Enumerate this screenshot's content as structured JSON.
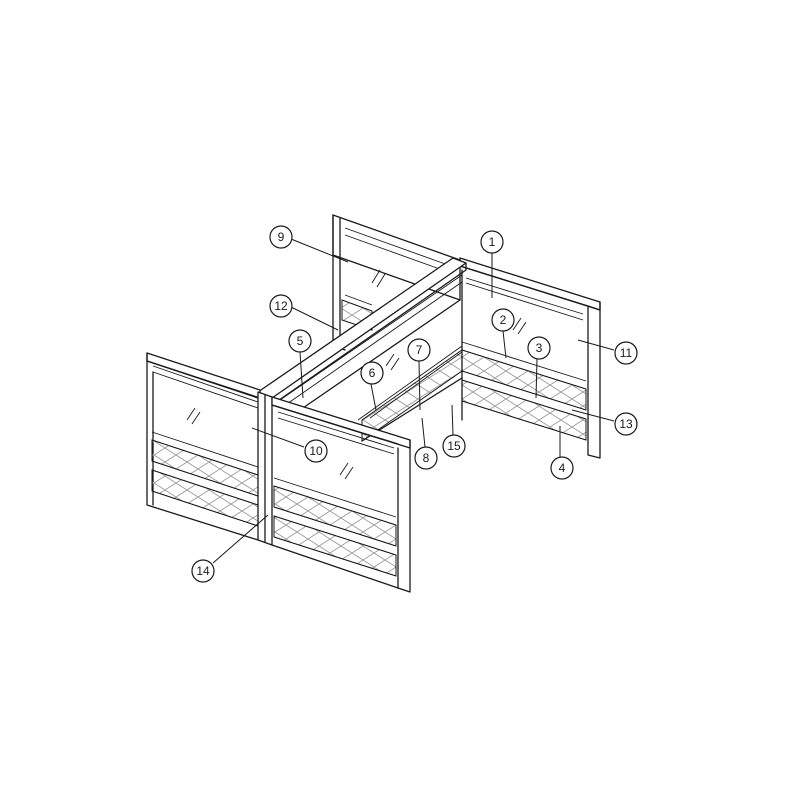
{
  "colors": {
    "line": "#1a1a1a",
    "background": "#ffffff",
    "hatch": "#9a9a9a"
  },
  "callouts": [
    {
      "id": "c1",
      "label": "1"
    },
    {
      "id": "c2",
      "label": "2"
    },
    {
      "id": "c3",
      "label": "3"
    },
    {
      "id": "c4",
      "label": "4"
    },
    {
      "id": "c5",
      "label": "5"
    },
    {
      "id": "c6",
      "label": "6"
    },
    {
      "id": "c7",
      "label": "7"
    },
    {
      "id": "c8",
      "label": "8"
    },
    {
      "id": "c9",
      "label": "9"
    },
    {
      "id": "c10",
      "label": "10"
    },
    {
      "id": "c11",
      "label": "11"
    },
    {
      "id": "c12",
      "label": "12"
    },
    {
      "id": "c13",
      "label": "13"
    },
    {
      "id": "c14",
      "label": "14"
    },
    {
      "id": "c15",
      "label": "15"
    }
  ]
}
